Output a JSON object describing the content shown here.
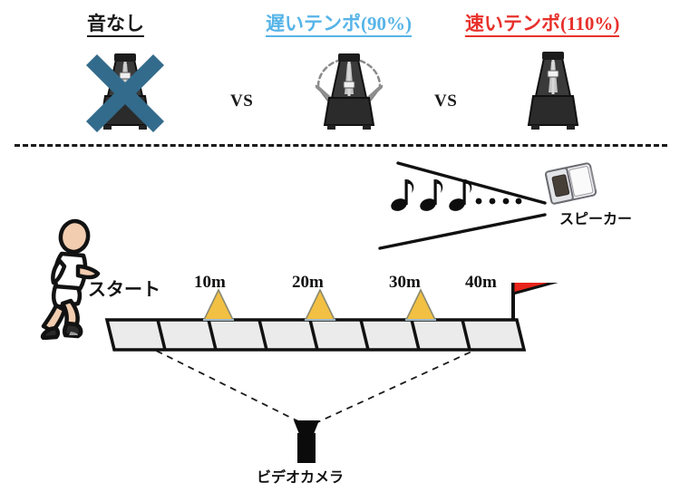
{
  "figure": {
    "title_conditions": [
      {
        "id": "no-sound",
        "label": "音なし",
        "color": "#1a1a1a"
      },
      {
        "id": "slow-tempo",
        "label": "遅いテンポ(90%)",
        "color": "#56b4e8"
      },
      {
        "id": "fast-tempo",
        "label": "速いテンポ(110%)",
        "color": "#e8302b"
      }
    ],
    "versus": {
      "label": "VS",
      "count": 2
    },
    "icons": {
      "metronome_no_sound": "metronome-icon",
      "metronome_slow": "metronome-swinging-icon",
      "metronome_fast": "metronome-icon",
      "cross_out": "x-cross-icon",
      "cross_color": "#336b8c"
    },
    "sound": {
      "speaker_label": "スピーカー",
      "notes": "♪ ♪ ♪",
      "dots": ". . . .",
      "note_count": 3,
      "dot_count": 4
    },
    "track": {
      "runner_label": "スタート",
      "markers": [
        {
          "label": "10m",
          "marker_type": "cone",
          "color": "#f2c043"
        },
        {
          "label": "20m",
          "marker_type": "cone",
          "color": "#f2c043"
        },
        {
          "label": "30m",
          "marker_type": "cone",
          "color": "#f2c043"
        },
        {
          "label": "40m",
          "marker_type": "flag",
          "color": "#e8241b"
        }
      ],
      "lane_count": 8,
      "surface_color": "#ebebeb"
    },
    "camera": {
      "label": "ビデオカメラ",
      "icon": "video-camera-icon",
      "fov_style": "dashed"
    }
  }
}
